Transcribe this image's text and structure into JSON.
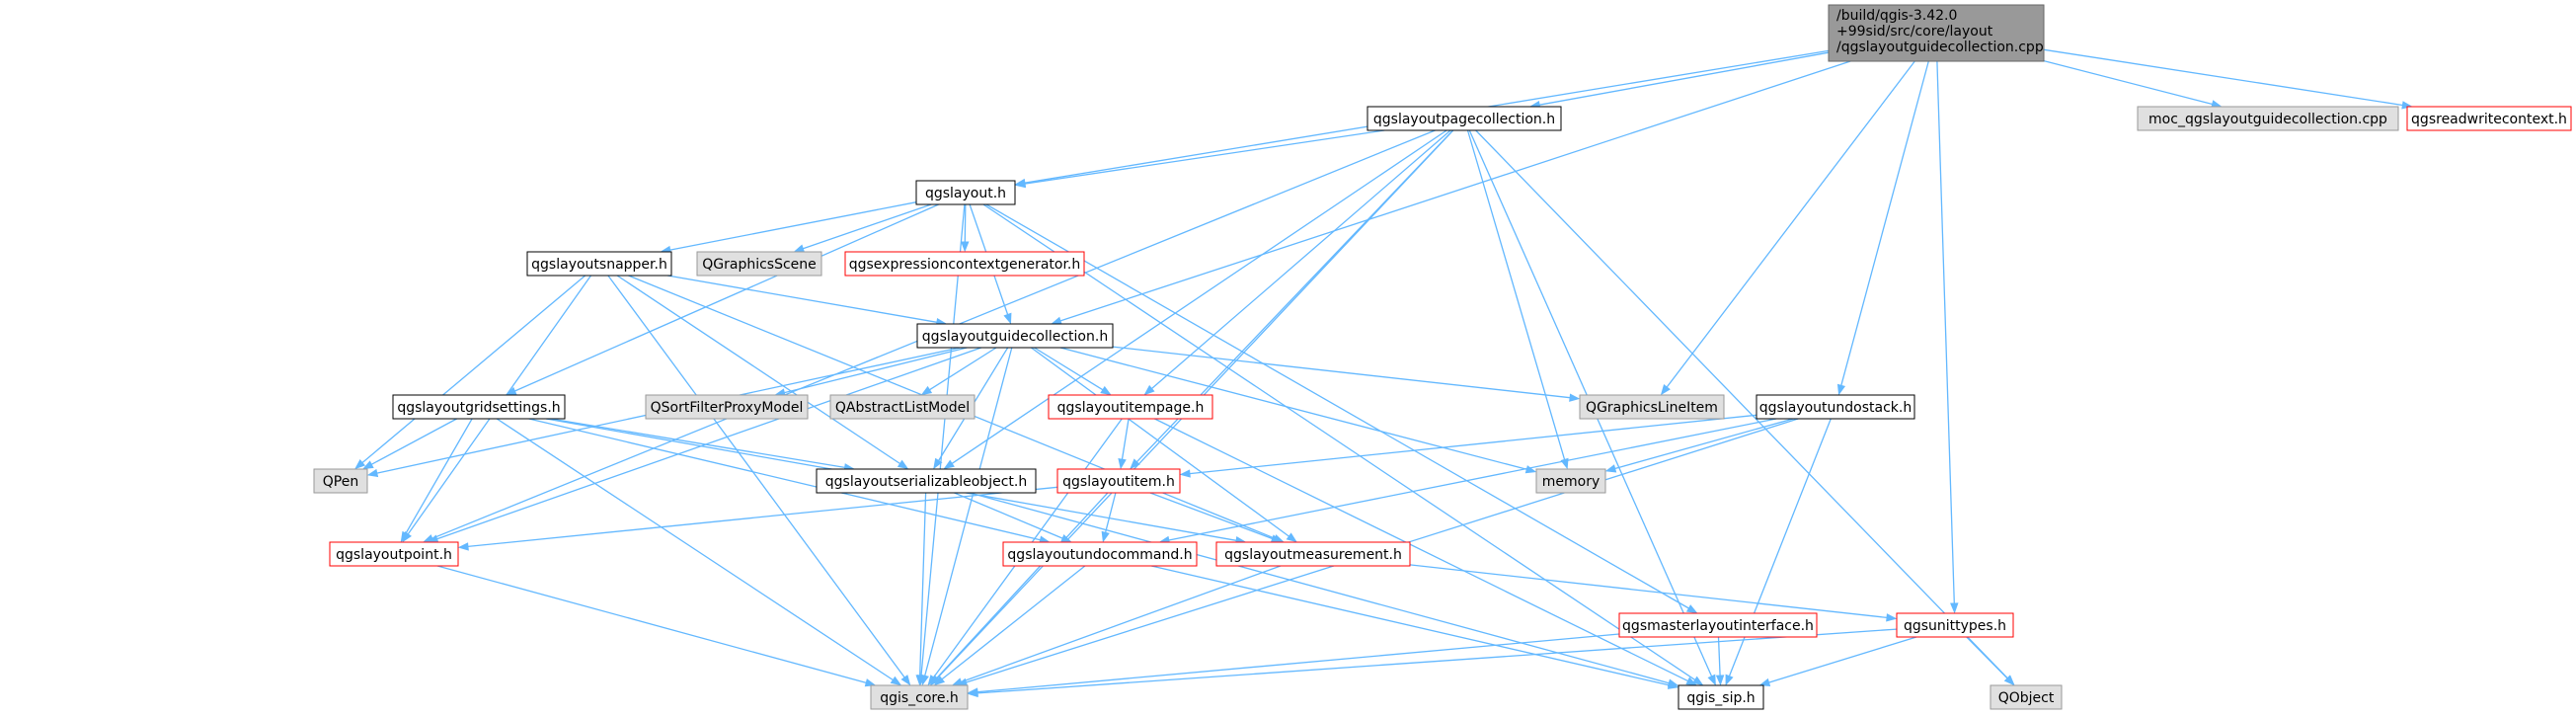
{
  "root": {
    "lines": [
      "/build/qgis-3.42.0",
      "+99sid/src/core/layout",
      "/qgslayoutguidecollection.cpp"
    ]
  },
  "colors": {
    "edge": "#63b8ff",
    "root_fill": "#999999",
    "documented_border": "#000000",
    "undocumented_border": "#ff0000",
    "external_fill": "#e0e0e0",
    "external_border": "#999999"
  },
  "nodes": [
    {
      "id": "qgslayoutpagecollection",
      "label": "qgslayoutpagecollection.h",
      "kind": "doc"
    },
    {
      "id": "moc",
      "label": "moc_qgslayoutguidecollection.cpp",
      "kind": "ext"
    },
    {
      "id": "qgsreadwritecontext",
      "label": "qgsreadwritecontext.h",
      "kind": "red"
    },
    {
      "id": "qgslayout",
      "label": "qgslayout.h",
      "kind": "doc"
    },
    {
      "id": "qgslayoutsnapper",
      "label": "qgslayoutsnapper.h",
      "kind": "doc"
    },
    {
      "id": "qgraphicsscene",
      "label": "QGraphicsScene",
      "kind": "ext"
    },
    {
      "id": "qgsexpressioncontextgenerator",
      "label": "qgsexpressioncontextgenerator.h",
      "kind": "red"
    },
    {
      "id": "qgslayoutguidecollection_h",
      "label": "qgslayoutguidecollection.h",
      "kind": "doc"
    },
    {
      "id": "qgslayoutgridsettings",
      "label": "qgslayoutgridsettings.h",
      "kind": "doc"
    },
    {
      "id": "qsortfilterproxymodel",
      "label": "QSortFilterProxyModel",
      "kind": "ext"
    },
    {
      "id": "qabstractlistmodel",
      "label": "QAbstractListModel",
      "kind": "ext"
    },
    {
      "id": "qgslayoutitempage",
      "label": "qgslayoutitempage.h",
      "kind": "red"
    },
    {
      "id": "qgraphicslineitem",
      "label": "QGraphicsLineItem",
      "kind": "ext"
    },
    {
      "id": "qgslayoutundostack",
      "label": "qgslayoutundostack.h",
      "kind": "doc"
    },
    {
      "id": "qpen",
      "label": "QPen",
      "kind": "ext"
    },
    {
      "id": "qgslayoutserializableobject",
      "label": "qgslayoutserializableobject.h",
      "kind": "doc"
    },
    {
      "id": "qgslayoutitem",
      "label": "qgslayoutitem.h",
      "kind": "red"
    },
    {
      "id": "memory",
      "label": "memory",
      "kind": "ext"
    },
    {
      "id": "qgslayoutpoint",
      "label": "qgslayoutpoint.h",
      "kind": "red"
    },
    {
      "id": "qgslayoutundocommand",
      "label": "qgslayoutundocommand.h",
      "kind": "red"
    },
    {
      "id": "qgslayoutmeasurement",
      "label": "qgslayoutmeasurement.h",
      "kind": "red"
    },
    {
      "id": "qgsmasterlayoutinterface",
      "label": "qgsmasterlayoutinterface.h",
      "kind": "red"
    },
    {
      "id": "qgsunittypes",
      "label": "qgsunittypes.h",
      "kind": "red"
    },
    {
      "id": "qgis_core",
      "label": "qgis_core.h",
      "kind": "ext"
    },
    {
      "id": "qgis_sip",
      "label": "qgis_sip.h",
      "kind": "doc"
    },
    {
      "id": "qobject",
      "label": "QObject",
      "kind": "ext"
    }
  ],
  "edges": [
    [
      "root",
      "qgslayoutpagecollection"
    ],
    [
      "root",
      "moc"
    ],
    [
      "root",
      "qgsreadwritecontext"
    ],
    [
      "root",
      "qgslayout"
    ],
    [
      "root",
      "qgslayoutguidecollection_h"
    ],
    [
      "root",
      "qgraphicslineitem"
    ],
    [
      "root",
      "qgslayoutundostack"
    ],
    [
      "root",
      "qgsunittypes"
    ],
    [
      "qgslayoutpagecollection",
      "qgslayout"
    ],
    [
      "qgslayoutpagecollection",
      "qgslayoutitempage"
    ],
    [
      "qgslayoutpagecollection",
      "qgslayoutserializableobject"
    ],
    [
      "qgslayoutpagecollection",
      "qgslayoutitem"
    ],
    [
      "qgslayoutpagecollection",
      "memory"
    ],
    [
      "qgslayoutpagecollection",
      "qgslayoutpoint"
    ],
    [
      "qgslayoutpagecollection",
      "qgis_core"
    ],
    [
      "qgslayoutpagecollection",
      "qgis_sip"
    ],
    [
      "qgslayoutpagecollection",
      "qobject"
    ],
    [
      "qgslayout",
      "qgslayoutsnapper"
    ],
    [
      "qgslayout",
      "qgraphicsscene"
    ],
    [
      "qgslayout",
      "qgsexpressioncontextgenerator"
    ],
    [
      "qgslayout",
      "qgslayoutguidecollection_h"
    ],
    [
      "qgslayout",
      "qgslayoutgridsettings"
    ],
    [
      "qgslayout",
      "qgis_core"
    ],
    [
      "qgslayout",
      "qgsmasterlayoutinterface"
    ],
    [
      "qgslayout",
      "qgis_sip"
    ],
    [
      "qgslayoutsnapper",
      "qgslayoutguidecollection_h"
    ],
    [
      "qgslayoutsnapper",
      "qpen"
    ],
    [
      "qgslayoutsnapper",
      "qgslayoutserializableobject"
    ],
    [
      "qgslayoutsnapper",
      "qgslayoutpoint"
    ],
    [
      "qgslayoutsnapper",
      "qgslayoutmeasurement"
    ],
    [
      "qgslayoutsnapper",
      "qgis_core"
    ],
    [
      "qgslayoutguidecollection_h",
      "qsortfilterproxymodel"
    ],
    [
      "qgslayoutguidecollection_h",
      "qabstractlistmodel"
    ],
    [
      "qgslayoutguidecollection_h",
      "qgslayoutitempage"
    ],
    [
      "qgslayoutguidecollection_h",
      "qgraphicslineitem"
    ],
    [
      "qgslayoutguidecollection_h",
      "qpen"
    ],
    [
      "qgslayoutguidecollection_h",
      "qgslayoutserializableobject"
    ],
    [
      "qgslayoutguidecollection_h",
      "memory"
    ],
    [
      "qgslayoutguidecollection_h",
      "qgslayoutpoint"
    ],
    [
      "qgslayoutguidecollection_h",
      "qgslayoutmeasurement"
    ],
    [
      "qgslayoutguidecollection_h",
      "qgis_core"
    ],
    [
      "qgslayoutgridsettings",
      "qpen"
    ],
    [
      "qgslayoutgridsettings",
      "qgslayoutserializableobject"
    ],
    [
      "qgslayoutgridsettings",
      "qgslayoutpoint"
    ],
    [
      "qgslayoutgridsettings",
      "qgslayoutundocommand"
    ],
    [
      "qgslayoutgridsettings",
      "qgslayoutmeasurement"
    ],
    [
      "qgslayoutgridsettings",
      "qgis_core"
    ],
    [
      "qgslayoutitempage",
      "qgslayoutitem"
    ],
    [
      "qgslayoutitempage",
      "qgis_core"
    ],
    [
      "qgslayoutitempage",
      "qgis_sip"
    ],
    [
      "qgslayoutundostack",
      "qgslayoutitem"
    ],
    [
      "qgslayoutundostack",
      "memory"
    ],
    [
      "qgslayoutundostack",
      "qgslayoutundocommand"
    ],
    [
      "qgslayoutundostack",
      "qgis_core"
    ],
    [
      "qgslayoutundostack",
      "qgis_sip"
    ],
    [
      "qgslayoutserializableobject",
      "qgslayoutundocommand"
    ],
    [
      "qgslayoutserializableobject",
      "qgis_core"
    ],
    [
      "qgslayoutserializableobject",
      "qgis_sip"
    ],
    [
      "qgslayoutitem",
      "qgslayoutpoint"
    ],
    [
      "qgslayoutitem",
      "qgslayoutundocommand"
    ],
    [
      "qgslayoutitem",
      "qgslayoutmeasurement"
    ],
    [
      "qgslayoutitem",
      "qgis_core"
    ],
    [
      "qgslayoutpoint",
      "qgis_core"
    ],
    [
      "qgslayoutundocommand",
      "qgis_core"
    ],
    [
      "qgslayoutundocommand",
      "qgis_sip"
    ],
    [
      "qgslayoutmeasurement",
      "qgsunittypes"
    ],
    [
      "qgslayoutmeasurement",
      "qgis_core"
    ],
    [
      "qgsmasterlayoutinterface",
      "qgis_core"
    ],
    [
      "qgsmasterlayoutinterface",
      "qgis_sip"
    ],
    [
      "qgsunittypes",
      "qgis_core"
    ],
    [
      "qgsunittypes",
      "qgis_sip"
    ],
    [
      "qgsunittypes",
      "qobject"
    ]
  ]
}
